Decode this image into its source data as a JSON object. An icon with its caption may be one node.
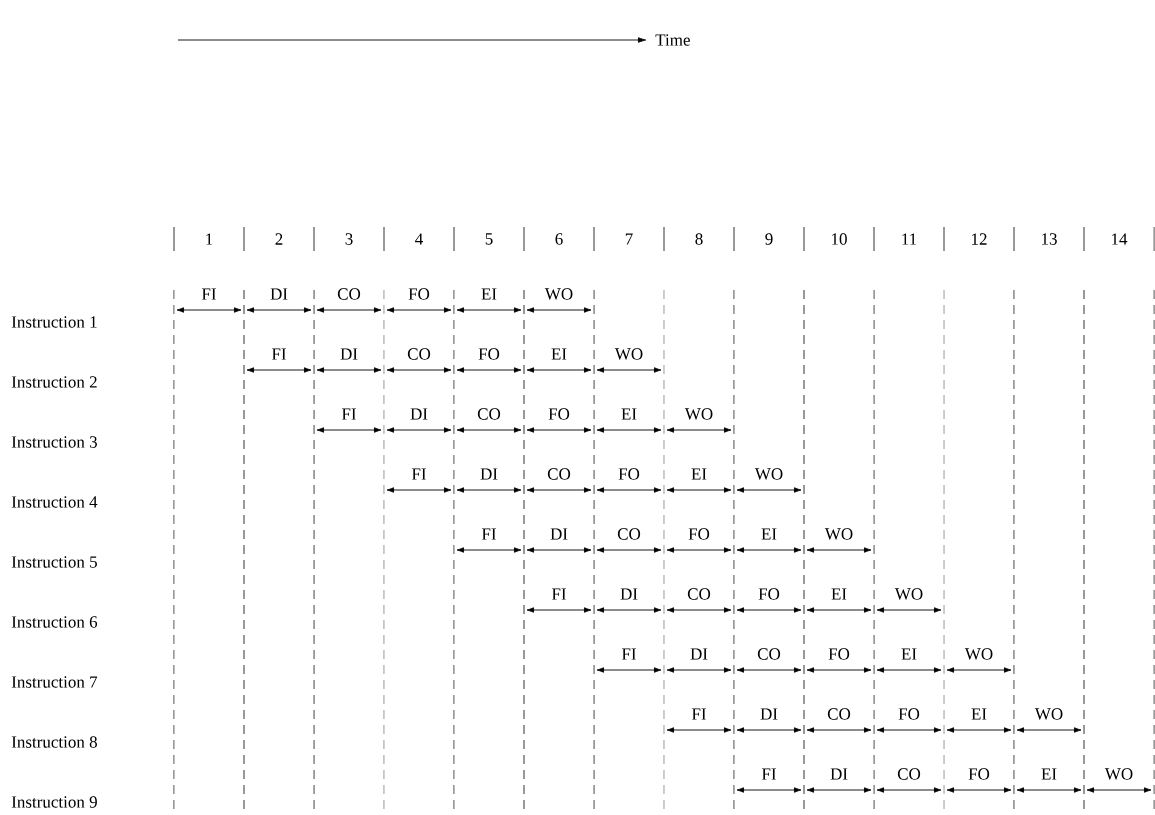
{
  "diagram": {
    "labels": [
      "Time",
      "1",
      "2",
      "3",
      "4",
      "5",
      "6",
      "7",
      "8",
      "9",
      "10",
      "11",
      "12",
      "13",
      "14",
      "FI",
      "DI",
      "CO",
      "FO",
      "EI",
      "WO",
      "Instruction 1",
      "FI",
      "DI",
      "CO",
      "FO",
      "EI",
      "WO",
      "Instruction 2",
      "FI",
      "DI",
      "CO",
      "FO",
      "EI",
      "WO",
      "Instruction 3",
      "FI",
      "DI",
      "CO",
      "FO",
      "EI",
      "WO",
      "Instruction 4",
      "FI",
      "DI",
      "CO",
      "FO",
      "EI",
      "WO",
      "Instruction 5",
      "FI",
      "DI",
      "CO",
      "FO",
      "EI",
      "WO",
      "Instruction 6",
      "FI",
      "DI",
      "CO",
      "FO",
      "EI",
      "WO",
      "Instruction 7",
      "FI",
      "DI",
      "CO",
      "FO",
      "EI",
      "WO",
      "Instruction 8",
      "FI",
      "DI",
      "CO",
      "FO",
      "EI",
      "WO",
      "Instruction 9"
    ]
  }
}
